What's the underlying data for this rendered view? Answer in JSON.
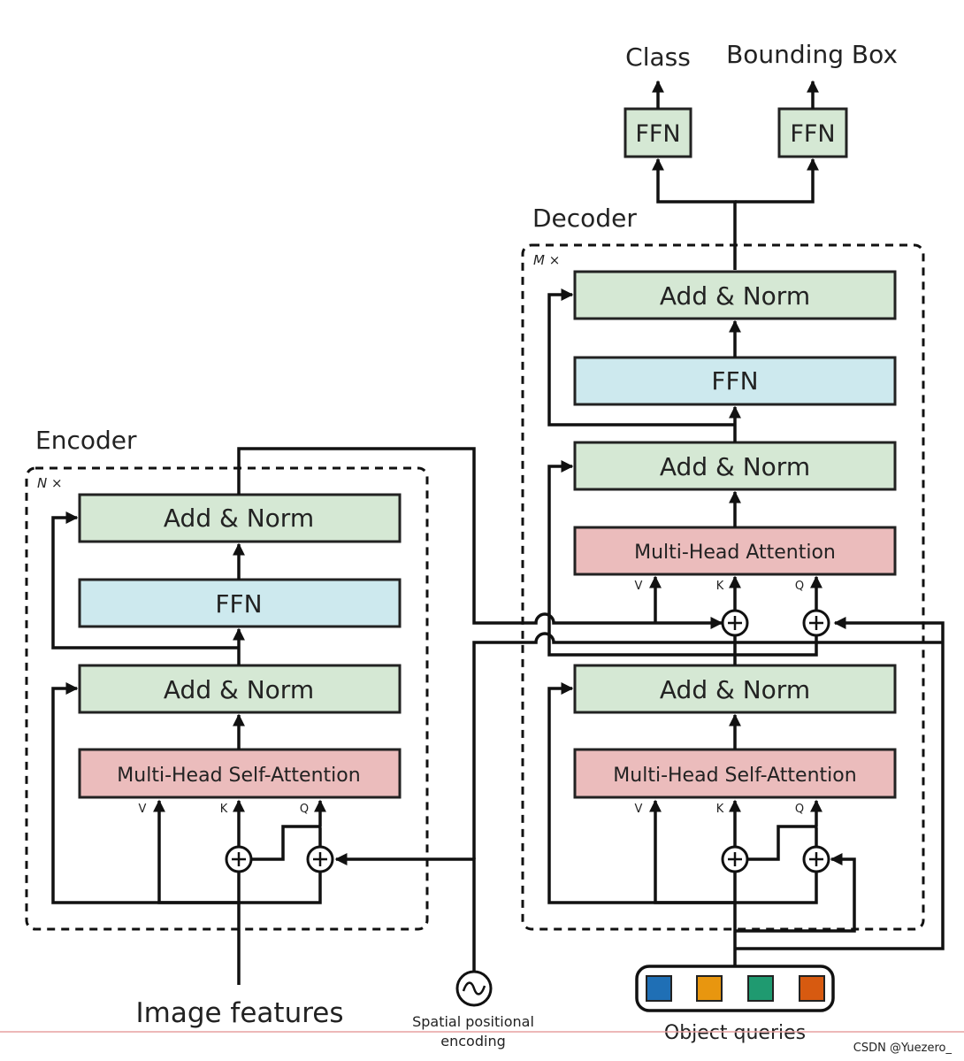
{
  "outputs": {
    "class": "Class",
    "bbox": "Bounding Box"
  },
  "decoder": {
    "title": "Decoder",
    "repeat": "M ×",
    "ffn_out_1": "FFN",
    "ffn_out_2": "FFN",
    "add_norm_top": "Add & Norm",
    "ffn": "FFN",
    "add_norm_mid": "Add & Norm",
    "cross_attention": "Multi-Head  Attention",
    "add_norm_bottom": "Add & Norm",
    "self_attention": "Multi-Head  Self-Attention"
  },
  "encoder": {
    "title": "Encoder",
    "repeat": "N ×",
    "add_norm_top": "Add & Norm",
    "ffn": "FFN",
    "add_norm_bottom": "Add & Norm",
    "self_attention": "Multi-Head  Self-Attention"
  },
  "qkv": {
    "v": "V",
    "k": "K",
    "q": "Q"
  },
  "inputs": {
    "image_features": "Image features",
    "spatial_1": "Spatial  positional",
    "spatial_2": "encoding",
    "object_queries": "Object  queries"
  },
  "query_colors": [
    "#1f6fb5",
    "#e8960f",
    "#1f9a70",
    "#d75a10"
  ],
  "watermark": "CSDN @Yuezero_"
}
